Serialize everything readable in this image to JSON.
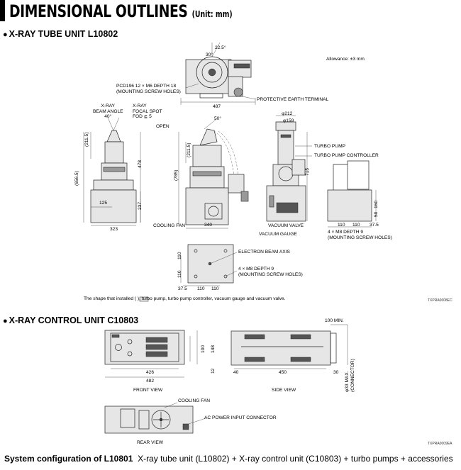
{
  "header": {
    "title": "DIMENSIONAL OUTLINES",
    "unit": "(Unit: mm)"
  },
  "section1": {
    "title": "X-RAY TUBE UNIT L10802",
    "allowance": "Allowance: ±3 mm",
    "labels": {
      "pcd_line1": "PCD196 12 × M6 DEPTH 18",
      "pcd_line2": "(MOUNTING SCREW HOLES)",
      "protective_earth": "PROTECTIVE EARTH TERMINAL",
      "beam_angle_1": "X-RAY",
      "beam_angle_2": "BEAM ANGLE",
      "beam_angle_3": "40°",
      "focal_1": "X-RAY",
      "focal_2": "FOCAL SPOT",
      "focal_3": "FOD ≧ 5",
      "open": "OPEN",
      "turbo_pump": "TURBO PUMP",
      "turbo_controller": "TURBO PUMP CONTROLLER",
      "cooling_fan": "COOLING FAN",
      "vacuum_valve": "VACUUM VALVE",
      "vacuum_gauge": "VACUUM GAUGE",
      "m8_side_1": "4 × M8 DEPTH 9",
      "m8_side_2": "(MOUNTING SCREW HOLES)",
      "electron_axis": "ELECTRON BEAM AXIS",
      "m8_bottom_1": "4 × M8 DEPTH 9",
      "m8_bottom_2": "(MOUNTING SCREW HOLES)"
    },
    "dims": {
      "d487": "487",
      "d22_5": "22.5°",
      "d30": "30°",
      "d50": "50°",
      "d211_5a": "(211.5)",
      "d656_5": "(656.5)",
      "d478": "478",
      "d237": "237",
      "d125": "125",
      "d323": "323",
      "d211_5b": "(211.5)",
      "d785": "(785)",
      "d340": "340",
      "d212": "φ212",
      "d159": "φ159",
      "d715": "715",
      "d160": "160",
      "d50b": "50",
      "d110a": "110",
      "d110b": "110",
      "d37_5a": "37.5",
      "d110c": "110",
      "d110d": "110",
      "d37_5b": "37.5",
      "d110e": "110",
      "d110f": "110"
    },
    "note": "The shape that installed (      ), turbo pump, turbo pump controller, vacuum gauge and vacuum valve.",
    "code": "TXPRA0008EC"
  },
  "section2": {
    "title": "X-RAY CONTROL UNIT C10803",
    "labels": {
      "front_view": "FRONT VIEW",
      "side_view": "SIDE VIEW",
      "rear_view": "REAR VIEW",
      "cooling_fan": "COOLING FAN",
      "ac_power": "AC POWER INPUT CONNECTOR",
      "min100": "100 MIN.",
      "connector_1": "φ33 MAX.",
      "connector_2": "(CONNECTOR)"
    },
    "dims": {
      "d426": "426",
      "d482": "482",
      "d100": "100",
      "d148": "148",
      "d12": "12",
      "d40": "40",
      "d450": "450",
      "d30": "30"
    },
    "code": "TXPRA0009EA"
  },
  "footer": {
    "bold": "System configuration of L10801",
    "text": "X-ray tube unit (L10802) + X-ray control unit (C10803) + turbo pumps + accessories"
  }
}
